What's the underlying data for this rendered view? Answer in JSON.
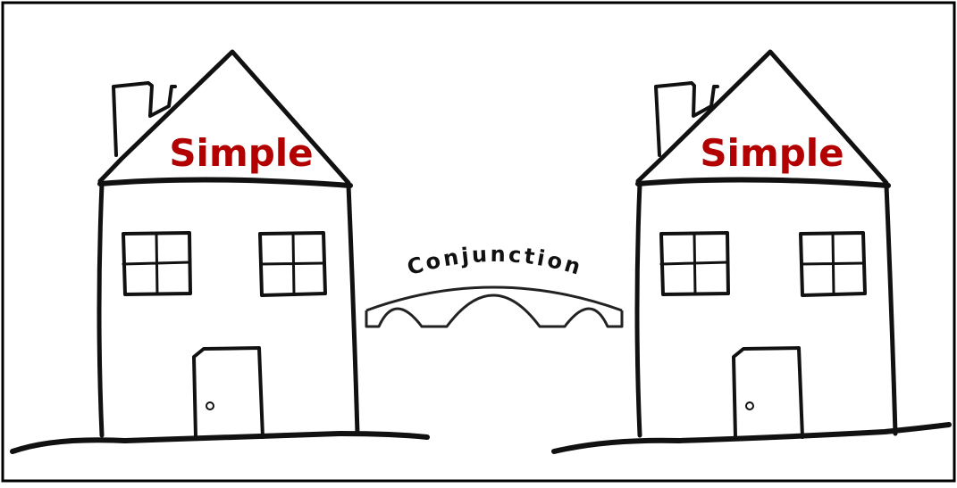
{
  "houses": [
    {
      "label": "Simple"
    },
    {
      "label": "Simple"
    }
  ],
  "bridge": {
    "label": "Conjunction"
  },
  "colors": {
    "label_red": "#b30000",
    "ink": "#111111",
    "background": "#ffffff"
  }
}
